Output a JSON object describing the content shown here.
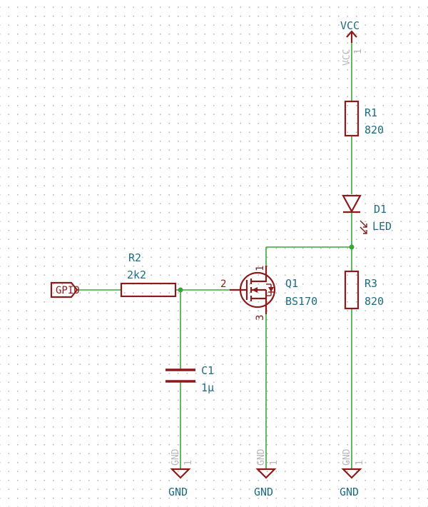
{
  "components": {
    "R1": {
      "ref": "R1",
      "value": "820"
    },
    "R2": {
      "ref": "R2",
      "value": "2k2"
    },
    "R3": {
      "ref": "R3",
      "value": "820"
    },
    "D1": {
      "ref": "D1",
      "value": "LED"
    },
    "C1": {
      "ref": "C1",
      "value": "1µ"
    },
    "Q1": {
      "ref": "Q1",
      "value": "BS170",
      "pins": {
        "drain": "1",
        "gate": "2",
        "source": "3"
      }
    }
  },
  "power": {
    "vcc": {
      "label": "VCC",
      "pin": "1"
    },
    "gnd_c1": {
      "label": "GND",
      "pin": "1"
    },
    "gnd_q1": {
      "label": "GND",
      "pin": "1"
    },
    "gnd_r3": {
      "label": "GND",
      "pin": "1"
    }
  },
  "labels": {
    "gpio": "GPIO"
  },
  "colors": {
    "wire": "#3aa63a",
    "symbol": "#8b1a1a",
    "text": "#1e6d80",
    "grid": "#b9b9b9"
  }
}
